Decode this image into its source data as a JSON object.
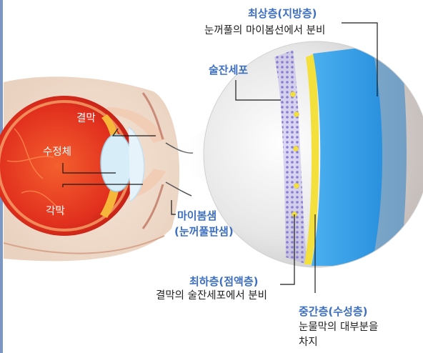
{
  "colors": {
    "label_blue": "#3d6fc0",
    "leader_line": "#1a1a1a",
    "lipid_layer": "#c7b7b2",
    "aqueous_layer": "#2f9ae6",
    "mucin_layer": "#f3e03c",
    "goblet_cells": "#8b84d6",
    "eye_red": "#e1301e"
  },
  "labels": {
    "lipid_title": "최상층(지방층)",
    "lipid_desc": "눈꺼풀의 마이봄선에서 분비",
    "goblet": "술잔세포",
    "conjunctiva": "결막",
    "lens": "수정체",
    "cornea": "각막",
    "meibomian_line1": "마이봄샘",
    "meibomian_line2": "(눈꺼풀판샘)",
    "mucin_title": "최하층(점액층)",
    "mucin_desc": "결막의 술잔세포에서 분비",
    "aqueous_title": "중간층(수성층)",
    "aqueous_desc_line1": "눈물막의 대부분을",
    "aqueous_desc_line2": "차지"
  }
}
